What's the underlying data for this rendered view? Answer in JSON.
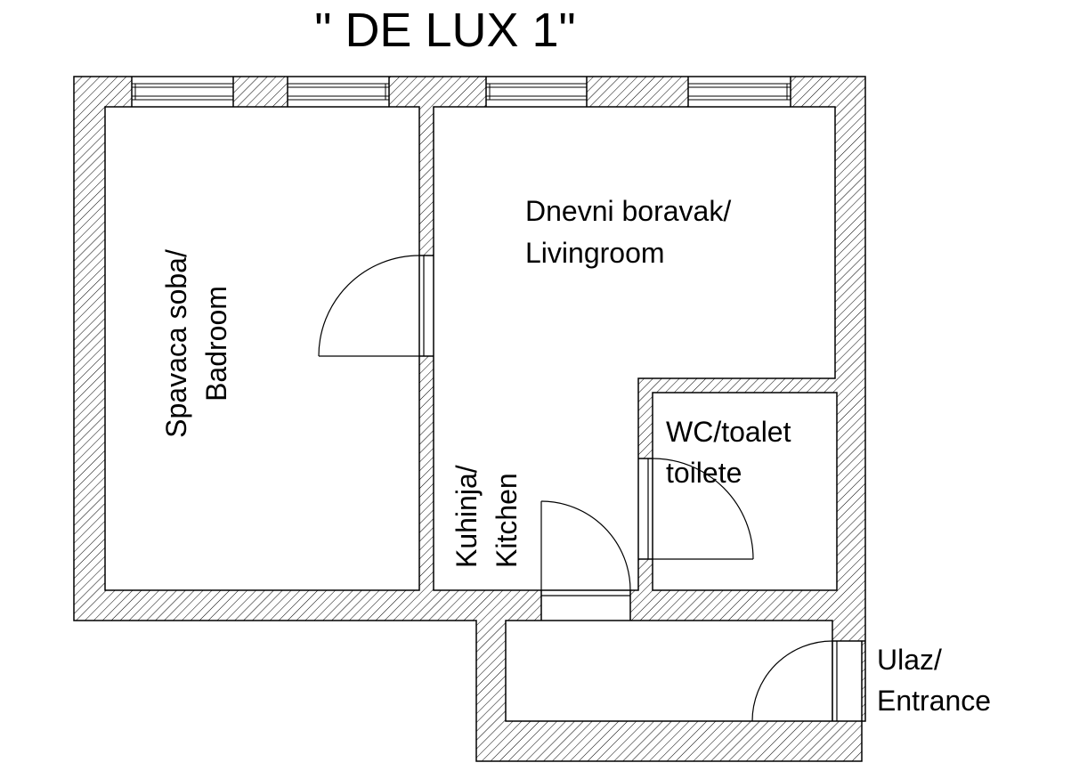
{
  "title": "\" DE LUX 1\"",
  "rooms": {
    "bedroom": {
      "line1": "Spavaca soba/",
      "line2": "Badroom"
    },
    "living": {
      "line1": "Dnevni boravak/",
      "line2": "Livingroom"
    },
    "kitchen": {
      "line1": "Kuhinja/",
      "line2": "Kitchen"
    },
    "wc": {
      "line1": "WC/toalet",
      "line2": "toilete"
    },
    "entrance": {
      "line1": "Ulaz/",
      "line2": "Entrance"
    }
  },
  "colors": {
    "line": "#000000",
    "background": "#ffffff"
  }
}
